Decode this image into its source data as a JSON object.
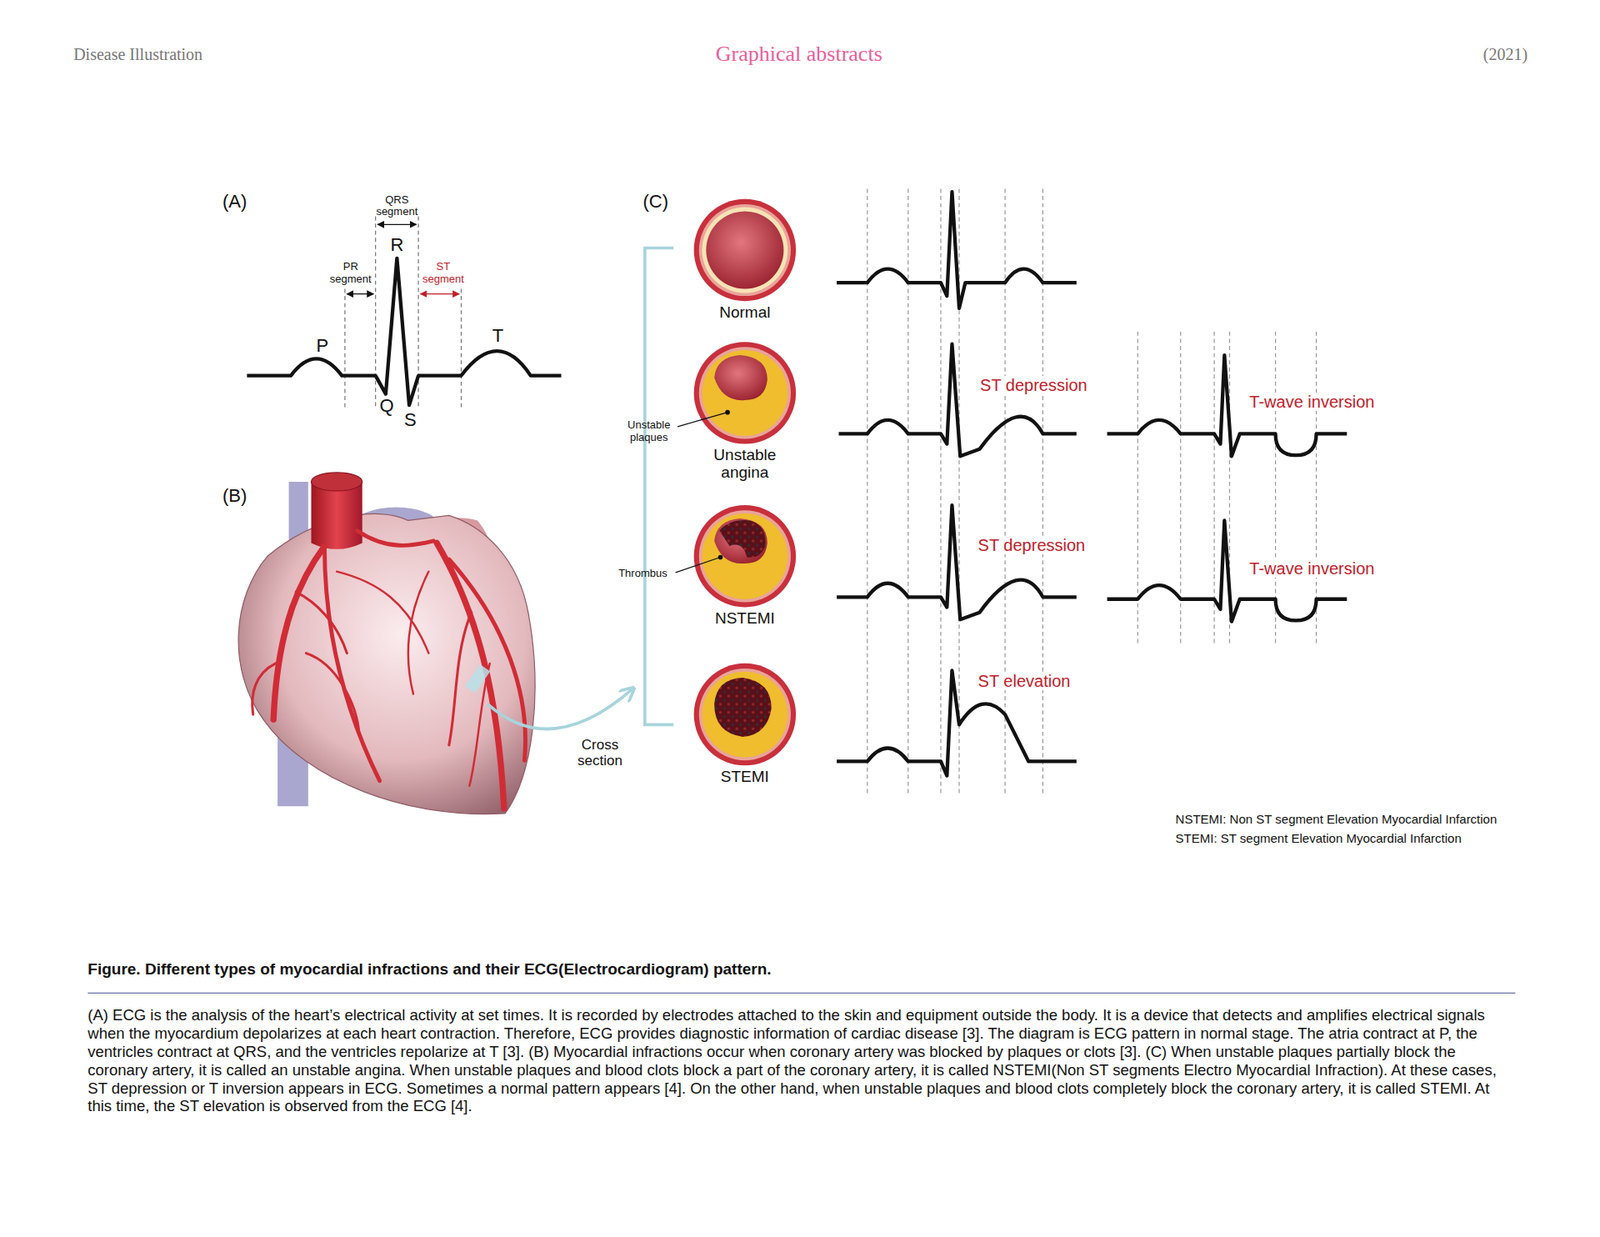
{
  "diagram": {
    "title": "Figure. Different types of myocardial infractions and their ECG(Electrocardiogram) pattern.",
    "caption": "(A) ECG is the analysis of the heart’s electrical activity at set times. It is recorded by electrodes attached to the skin and equipment outside the body. It is a device that detects and amplifies electrical signals when the myocardium depolarizes at each heart contraction. Therefore, ECG provides diagnostic information of cardiac disease [3]. The diagram is ECG pattern in normal stage. The atria contract at P, the ventricles contract at QRS, and the ventricles repolarize at T [3]. (B) Myocardial infractions occur when coronary artery was blocked by plaques or clots [3]. (C) When unstable plaques partially block the coronary artery, it is called an unstable angina. When unstable plaques and blood clots block a part of the coronary artery, it is called NSTEMI(Non ST segments Electro Myocardial Infraction). At these cases, ST depression or T inversion appears in ECG. Sometimes a normal pattern appears [4]. On the other hand, when unstable plaques and blood clots completely block the coronary artery, it is called STEMI. At this time, the ST elevation is observed from the ECG [4].",
    "nodes": [
      {
        "text": [
          "Normal"
        ]
      },
      {
        "text": [
          "Unstable angina"
        ]
      },
      {
        "text": [
          "NSTEMI"
        ]
      },
      {
        "text": [
          "STEMI"
        ]
      }
    ],
    "labels": [
      "Disease Illustration",
      "Graphical abstracts",
      "(2021)",
      "(A)",
      "QRS segment",
      "PR segment",
      "ST segment",
      "R",
      "P",
      "T",
      "Q",
      "S",
      "(B)",
      "Cross section",
      "(C)",
      "Unstable plaques",
      "Thrombus",
      "ST depression",
      "T-wave inversion",
      "ST depression",
      "T-wave inversion",
      "ST elevation",
      "NSTEMI: Non ST segment Elevation Myocardial Infarction",
      "STEMI: ST segment Elevation Myocardial Infarction"
    ]
  }
}
